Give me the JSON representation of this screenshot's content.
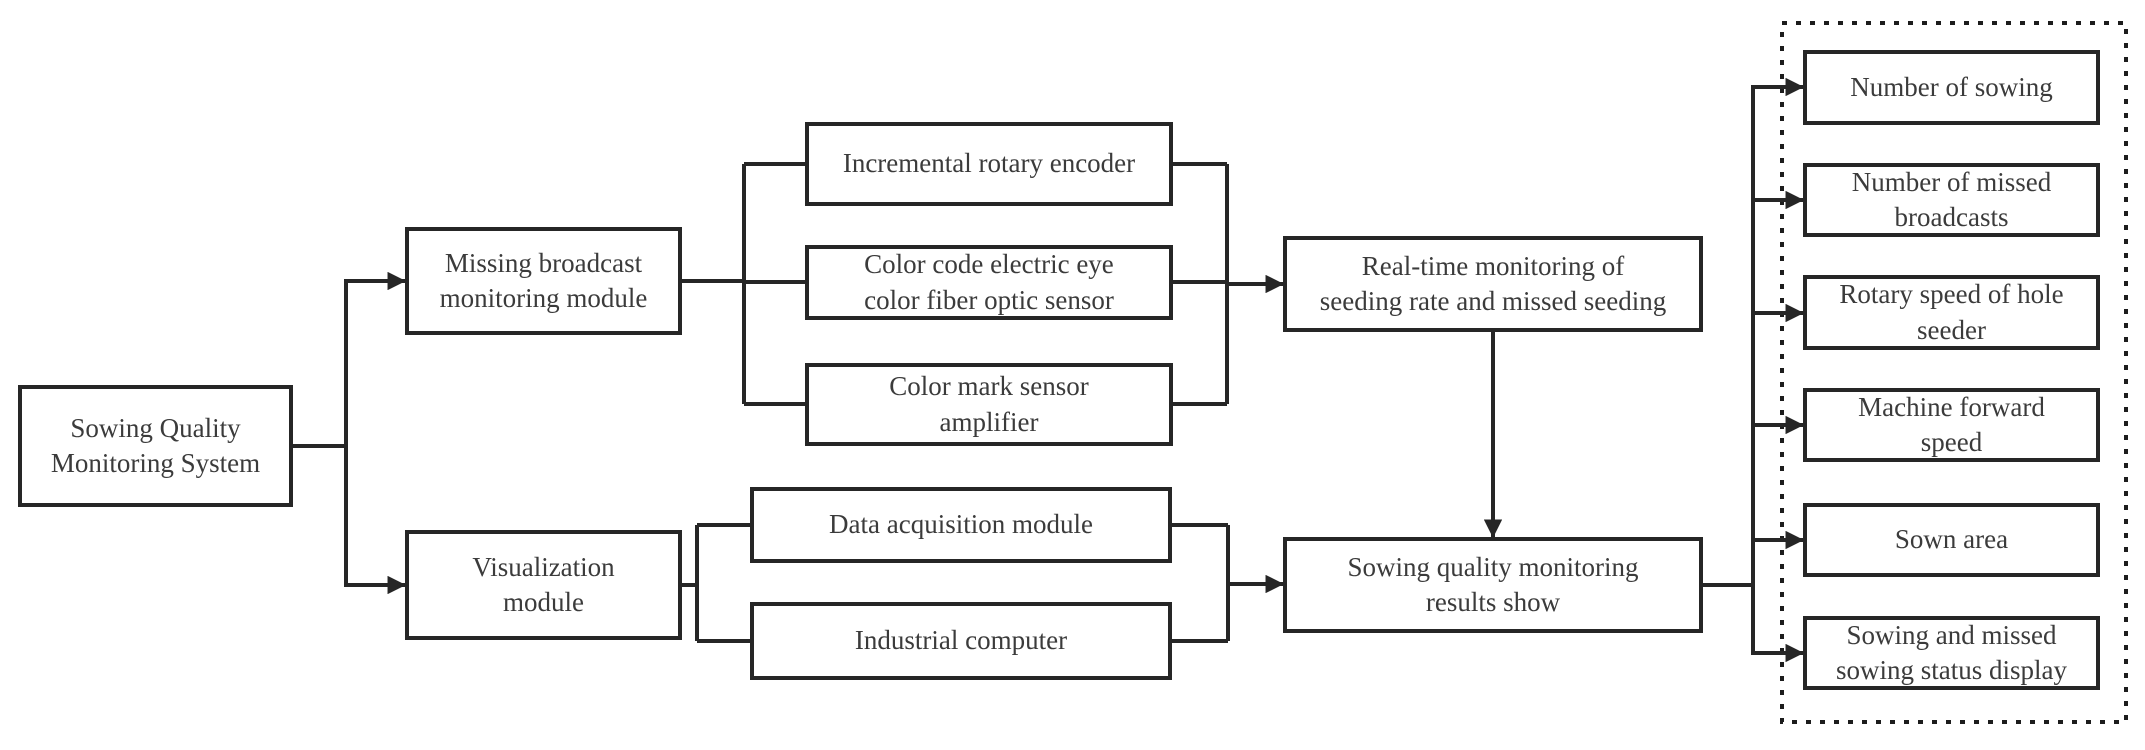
{
  "nodes": {
    "root": "Sowing Quality\nMonitoring System",
    "missing_broadcast": "Missing broadcast\nmonitoring module",
    "visualization": "Visualization\nmodule",
    "incremental_encoder": "Incremental rotary encoder",
    "color_code_sensor": "Color code electric eye\ncolor fiber optic sensor",
    "color_mark_amplifier": "Color mark sensor\namplifier",
    "data_acquisition": "Data acquisition module",
    "industrial_computer": "Industrial computer",
    "realtime_monitoring": "Real-time monitoring of\nseeding rate and missed seeding",
    "results_show": "Sowing quality monitoring\nresults show"
  },
  "outputs": [
    "Number of sowing",
    "Number of missed\nbroadcasts",
    "Rotary speed of hole\nseeder",
    "Machine forward\nspeed",
    "Sown area",
    "Sowing and missed\nsowing status display"
  ],
  "colors": {
    "line": "#262626",
    "text": "#3b3b3b",
    "background": "#ffffff"
  }
}
